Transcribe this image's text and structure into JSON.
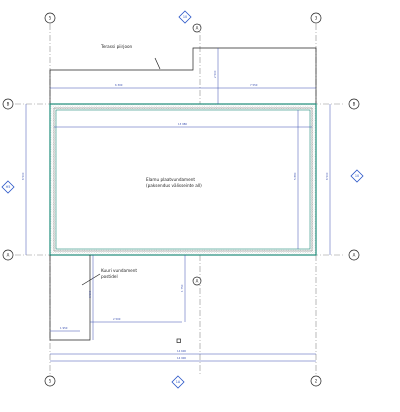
{
  "annotations": {
    "terrace": "Terassi piirjoon",
    "slab_line1": "Elamu plaatvundament",
    "slab_line2": "(paksendus välisseinte all)",
    "shed_line1": "Kuuri vundament",
    "shed_line2": "postidel"
  },
  "grid_bubbles": {
    "top_left": "5",
    "top_right": "3",
    "bottom_left": "5",
    "bottom_right": "2",
    "left_upper": "B",
    "left_lower": "A",
    "right_upper": "B",
    "right_lower": "A"
  },
  "section_markers": {
    "top": "10",
    "bottom": "1A",
    "left": "H5",
    "right": "10"
  },
  "small_markers": {
    "top": "A",
    "bottom": "A"
  },
  "dimensions": {
    "terrace_left": "6 300",
    "terrace_right": "7 550",
    "overall_inner": "13 980",
    "shed_width": "1 950",
    "shed_inner": "2 500",
    "overall_1": "14 600",
    "overall_2": "14 900",
    "left_height": "6 500",
    "right_inner_v": "5 880",
    "right_outer_v": "6 500",
    "top_right_v": "2 500",
    "mid_v": "1 750",
    "shed_v": "3 500"
  },
  "colors": {
    "slab_outline": "#1f8c7a",
    "dimension": "#3a4fb0",
    "section_marker": "#2c57c8"
  }
}
